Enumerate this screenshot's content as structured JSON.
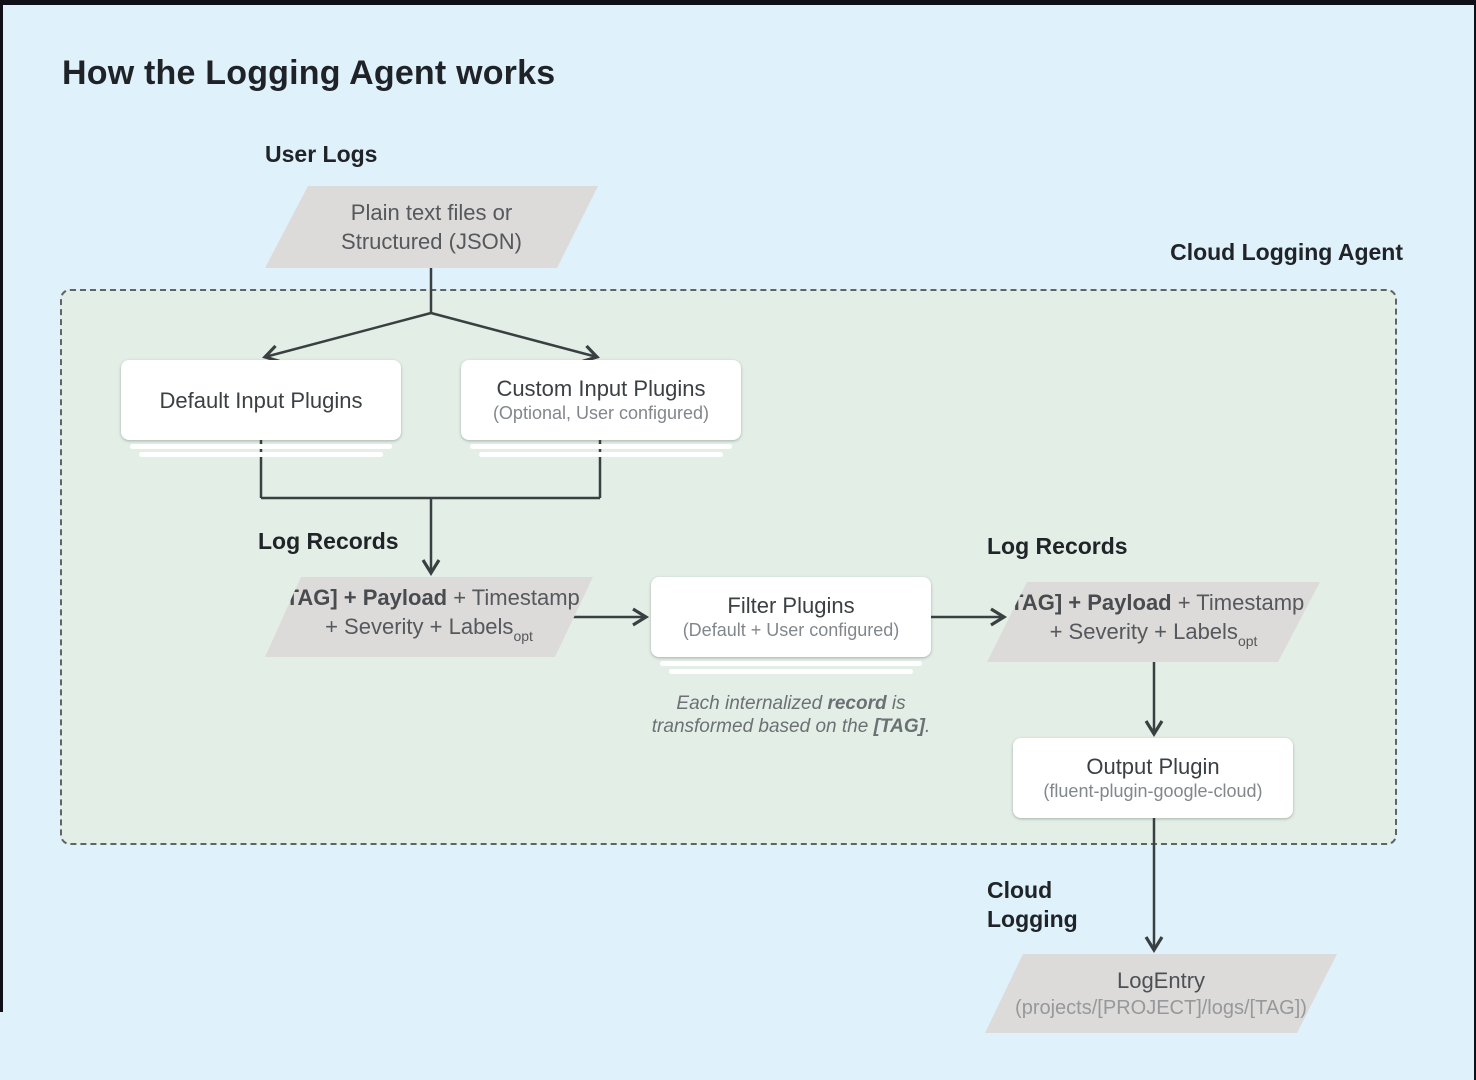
{
  "page": {
    "title": "How the Logging Agent works"
  },
  "labels": {
    "user_logs": "User Logs",
    "cloud_logging_agent": "Cloud Logging Agent",
    "log_records_left": "Log Records",
    "log_records_right": "Log Records",
    "cloud_logging_line1": "Cloud",
    "cloud_logging_line2": "Logging"
  },
  "nodes": {
    "user_logs_input": {
      "line1": "Plain text files or",
      "line2": "Structured (JSON)"
    },
    "default_input": {
      "title": "Default Input Plugins"
    },
    "custom_input": {
      "title": "Custom Input Plugins",
      "subtitle": "(Optional, User configured)"
    },
    "filter": {
      "title": "Filter Plugins",
      "subtitle": "(Default + User configured)"
    },
    "output": {
      "title": "Output Plugin",
      "subtitle": "(fluent-plugin-google-cloud)"
    },
    "log_record_left": {
      "line1_bold": "[TAG] + Payload",
      "line1_rest": " + Timestamp",
      "line2": "+ Severity + Labels",
      "line2_sub": "opt"
    },
    "log_record_right": {
      "line1_bold": "[TAG] + Payload",
      "line1_rest": " + Timestamp",
      "line2": "+ Severity + Labels",
      "line2_sub": "opt"
    },
    "log_entry": {
      "title": "LogEntry",
      "subtitle": "(projects/[PROJECT]/logs/[TAG])"
    }
  },
  "note": {
    "line1": {
      "pre": "Each internalized ",
      "bold": "record",
      "post": " is"
    },
    "line2": {
      "pre": "transformed based on the ",
      "bold": "[TAG]",
      "post": "."
    }
  },
  "colors": {
    "page_background": "#dff1fb",
    "agent_container_fill": "#e3efe6",
    "agent_container_border": "#60646a",
    "parallelogram_fill": "#dcdbd9",
    "node_fill": "#ffffff",
    "connector": "#3a3f42",
    "heading_text": "#202328",
    "window_edge": "#101018"
  }
}
